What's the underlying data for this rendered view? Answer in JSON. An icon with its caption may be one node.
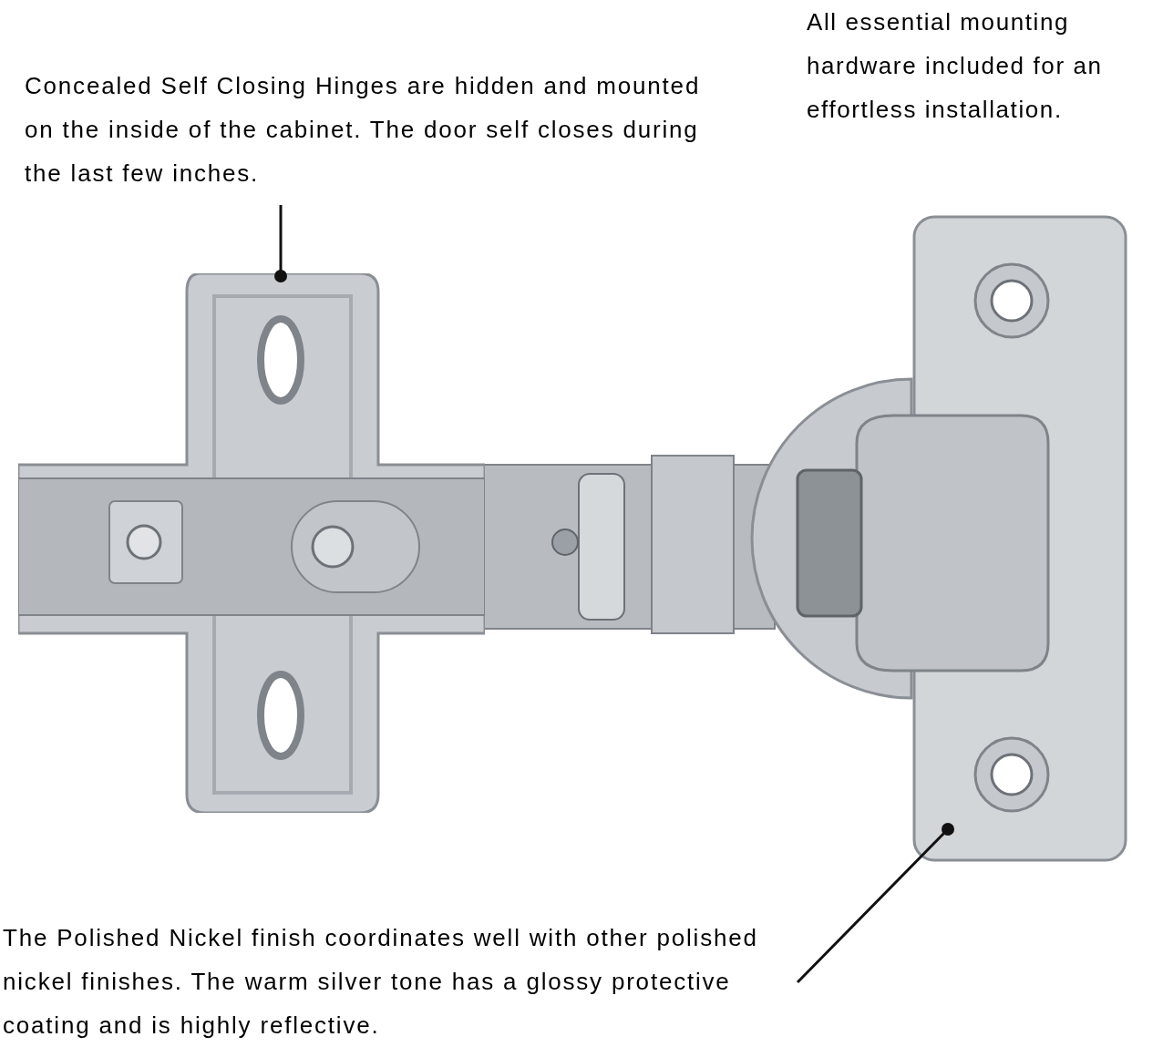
{
  "diagram": {
    "nodes": [
      {
        "text": [
          "Concealed Self Closing Hinges are hidden and mounted on the inside of the cabinet. The door self closes during the last few inches."
        ]
      },
      {
        "text": [],
        "shape": "picture"
      },
      {
        "text": [],
        "shape": "picture"
      },
      {
        "text": [
          "The Polished Nickel finish coordinates well with other polished nickel finishes. The warm silver tone has a glossy protective coating and is highly reflective."
        ]
      }
    ],
    "edges": [
      {
        "from": 0,
        "to": 1,
        "arrow": "other"
      },
      {
        "from": 3,
        "to": 2,
        "arrow": "other"
      }
    ],
    "labels": [
      "All essential mounting hardware included for an effortless installation."
    ]
  }
}
